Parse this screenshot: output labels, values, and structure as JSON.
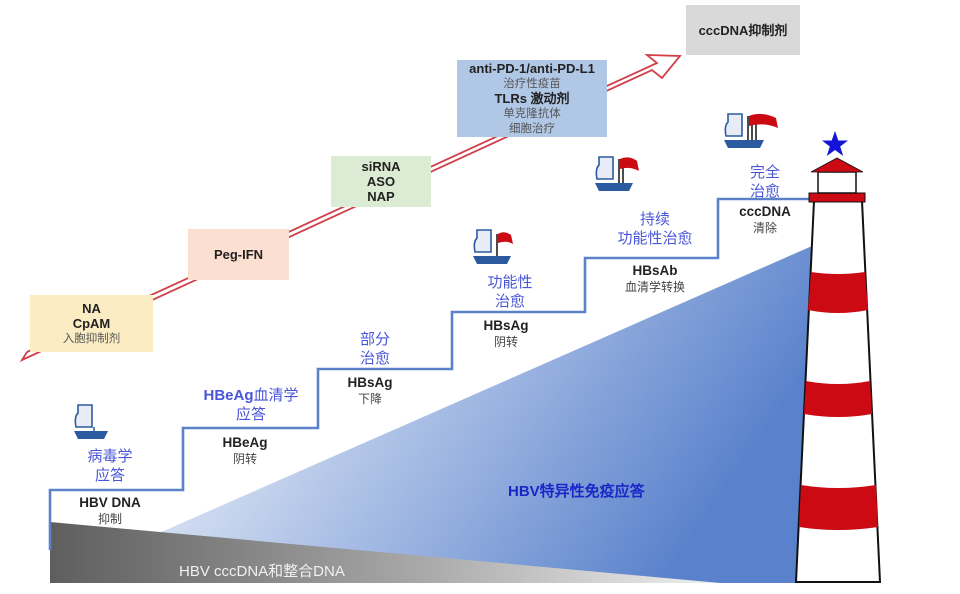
{
  "colors": {
    "step_line": "#5b82c9",
    "step_title": "#4a56d8",
    "immune_label": "#1a26c8",
    "arrow_outline": "#d0404a",
    "lighthouse_red": "#cc0a14",
    "star": "#1414d8",
    "boat_blue": "#2c5aa0",
    "flag_red": "#cc0a14"
  },
  "therapy_boxes": [
    {
      "id": "na",
      "lines": [
        {
          "text": "NA",
          "style": "b"
        },
        {
          "text": "CpAM",
          "style": "b"
        },
        {
          "text": "入胞抑制剂",
          "style": "c"
        }
      ],
      "color": "#fbecc4"
    },
    {
      "id": "peg-ifn",
      "lines": [
        {
          "text": "Peg-IFN",
          "style": "b"
        }
      ],
      "color": "#fbdfd0"
    },
    {
      "id": "sirna",
      "lines": [
        {
          "text": "siRNA",
          "style": "b"
        },
        {
          "text": "ASO",
          "style": "b"
        },
        {
          "text": "NAP",
          "style": "b"
        }
      ],
      "color": "#dcebd3"
    },
    {
      "id": "immuno",
      "lines": [
        {
          "text": "anti-PD-1/anti-PD-L1",
          "style": "b"
        },
        {
          "text": "治疗性疫苗",
          "style": "c"
        },
        {
          "text": "TLRs 激动剂",
          "style": "b"
        },
        {
          "text": "单克隆抗体",
          "style": "c"
        },
        {
          "text": "细胞治疗",
          "style": "c"
        }
      ],
      "color": "#b1c7e6"
    },
    {
      "id": "cccdna-inhibitor",
      "lines": [
        {
          "text": "cccDNA抑制剂",
          "style": "b"
        }
      ],
      "color": "#d9d9d9"
    }
  ],
  "steps": [
    {
      "title_en": "",
      "title": "病毒学",
      "title2": "应答",
      "marker": "HBV DNA",
      "marker_sub": "抑制",
      "flags": 0
    },
    {
      "title_en": "HBeAg",
      "title": "血清学",
      "title2": "应答",
      "marker": "HBeAg",
      "marker_sub": "阴转",
      "flags": -1
    },
    {
      "title_en": "",
      "title": "部分",
      "title2": "治愈",
      "marker": "HBsAg",
      "marker_sub": "下降",
      "flags": -1
    },
    {
      "title_en": "",
      "title": "功能性",
      "title2": "治愈",
      "marker": "HBsAg",
      "marker_sub": "阴转",
      "flags": 1
    },
    {
      "title_en": "",
      "title": "持续",
      "title2": "功能性治愈",
      "marker": "HBsAb",
      "marker_sub": "血清学转换",
      "flags": 2
    },
    {
      "title_en": "",
      "title": "完全",
      "title2": "治愈",
      "marker": "cccDNA",
      "marker_sub": "清除",
      "flags": 3
    }
  ],
  "immune_response": {
    "en": "HBV",
    "zh": "特异性免疫应答"
  },
  "cccdna_band": {
    "text": "HBV cccDNA和整合DNA"
  },
  "icons": {
    "boat": "boat-icon",
    "flag": "flag-icon",
    "lighthouse": "lighthouse-icon",
    "star": "star-icon",
    "arrow": "progress-arrow-icon"
  }
}
